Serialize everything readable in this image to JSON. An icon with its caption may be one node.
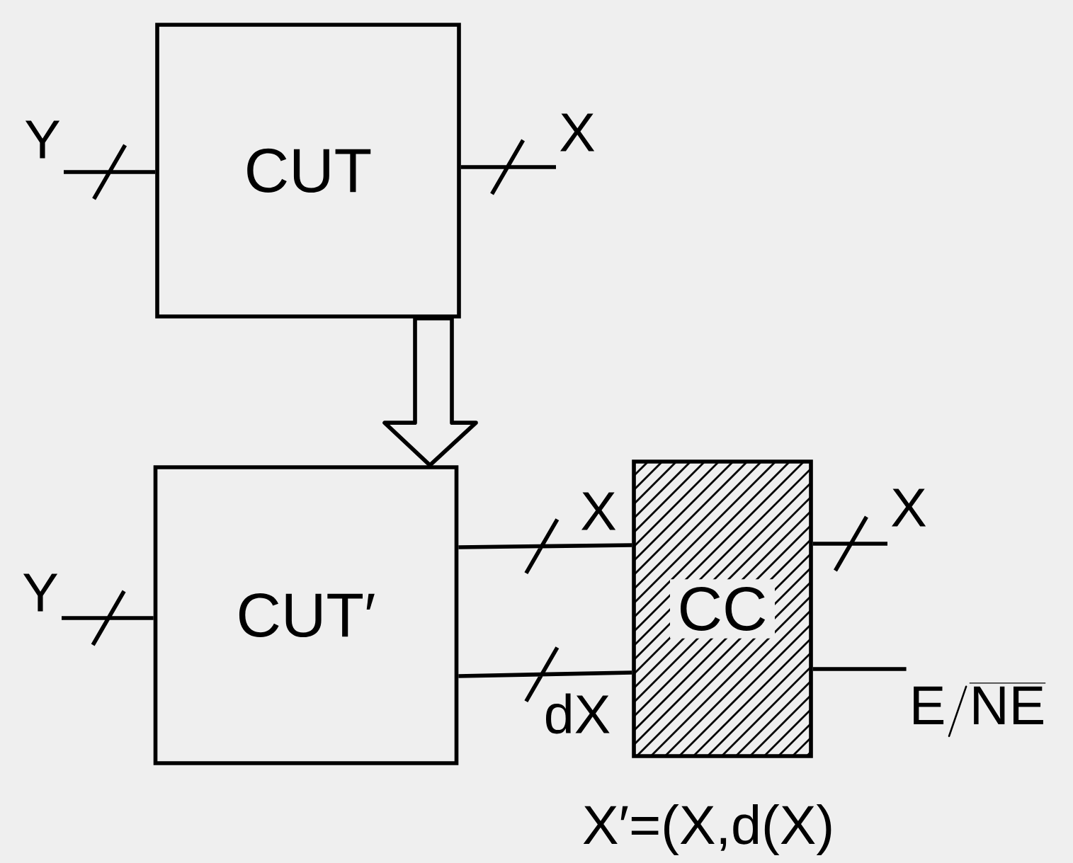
{
  "diagram": {
    "nodes": [
      {
        "text": [
          "CUT"
        ]
      },
      {
        "text": [
          "CUT′"
        ]
      },
      {
        "text": [
          "CC"
        ]
      },
      {
        "text": [
          "Y"
        ]
      },
      {
        "text": [
          "X"
        ]
      },
      {
        "text": [
          "Y"
        ]
      },
      {
        "text": [
          "X"
        ]
      },
      {
        "text": [
          "\\mathrm{E}/\\overline{\\mathrm{NE}}"
        ]
      }
    ],
    "edges": [
      {
        "from": 0,
        "to": 1,
        "arrow": "to"
      },
      {
        "from": 3,
        "to": 0,
        "arrow": "none"
      },
      {
        "from": 0,
        "to": 4,
        "arrow": "none"
      },
      {
        "from": 5,
        "to": 1,
        "arrow": "none"
      },
      {
        "from": 1,
        "to": 2,
        "arrow": "none",
        "label": "X"
      },
      {
        "from": 1,
        "to": 2,
        "arrow": "none",
        "label": "dX"
      },
      {
        "from": 2,
        "to": 6,
        "arrow": "none"
      },
      {
        "from": 2,
        "to": 7,
        "arrow": "none"
      }
    ],
    "labels": [
      "X′=(X,d(X)"
    ]
  }
}
